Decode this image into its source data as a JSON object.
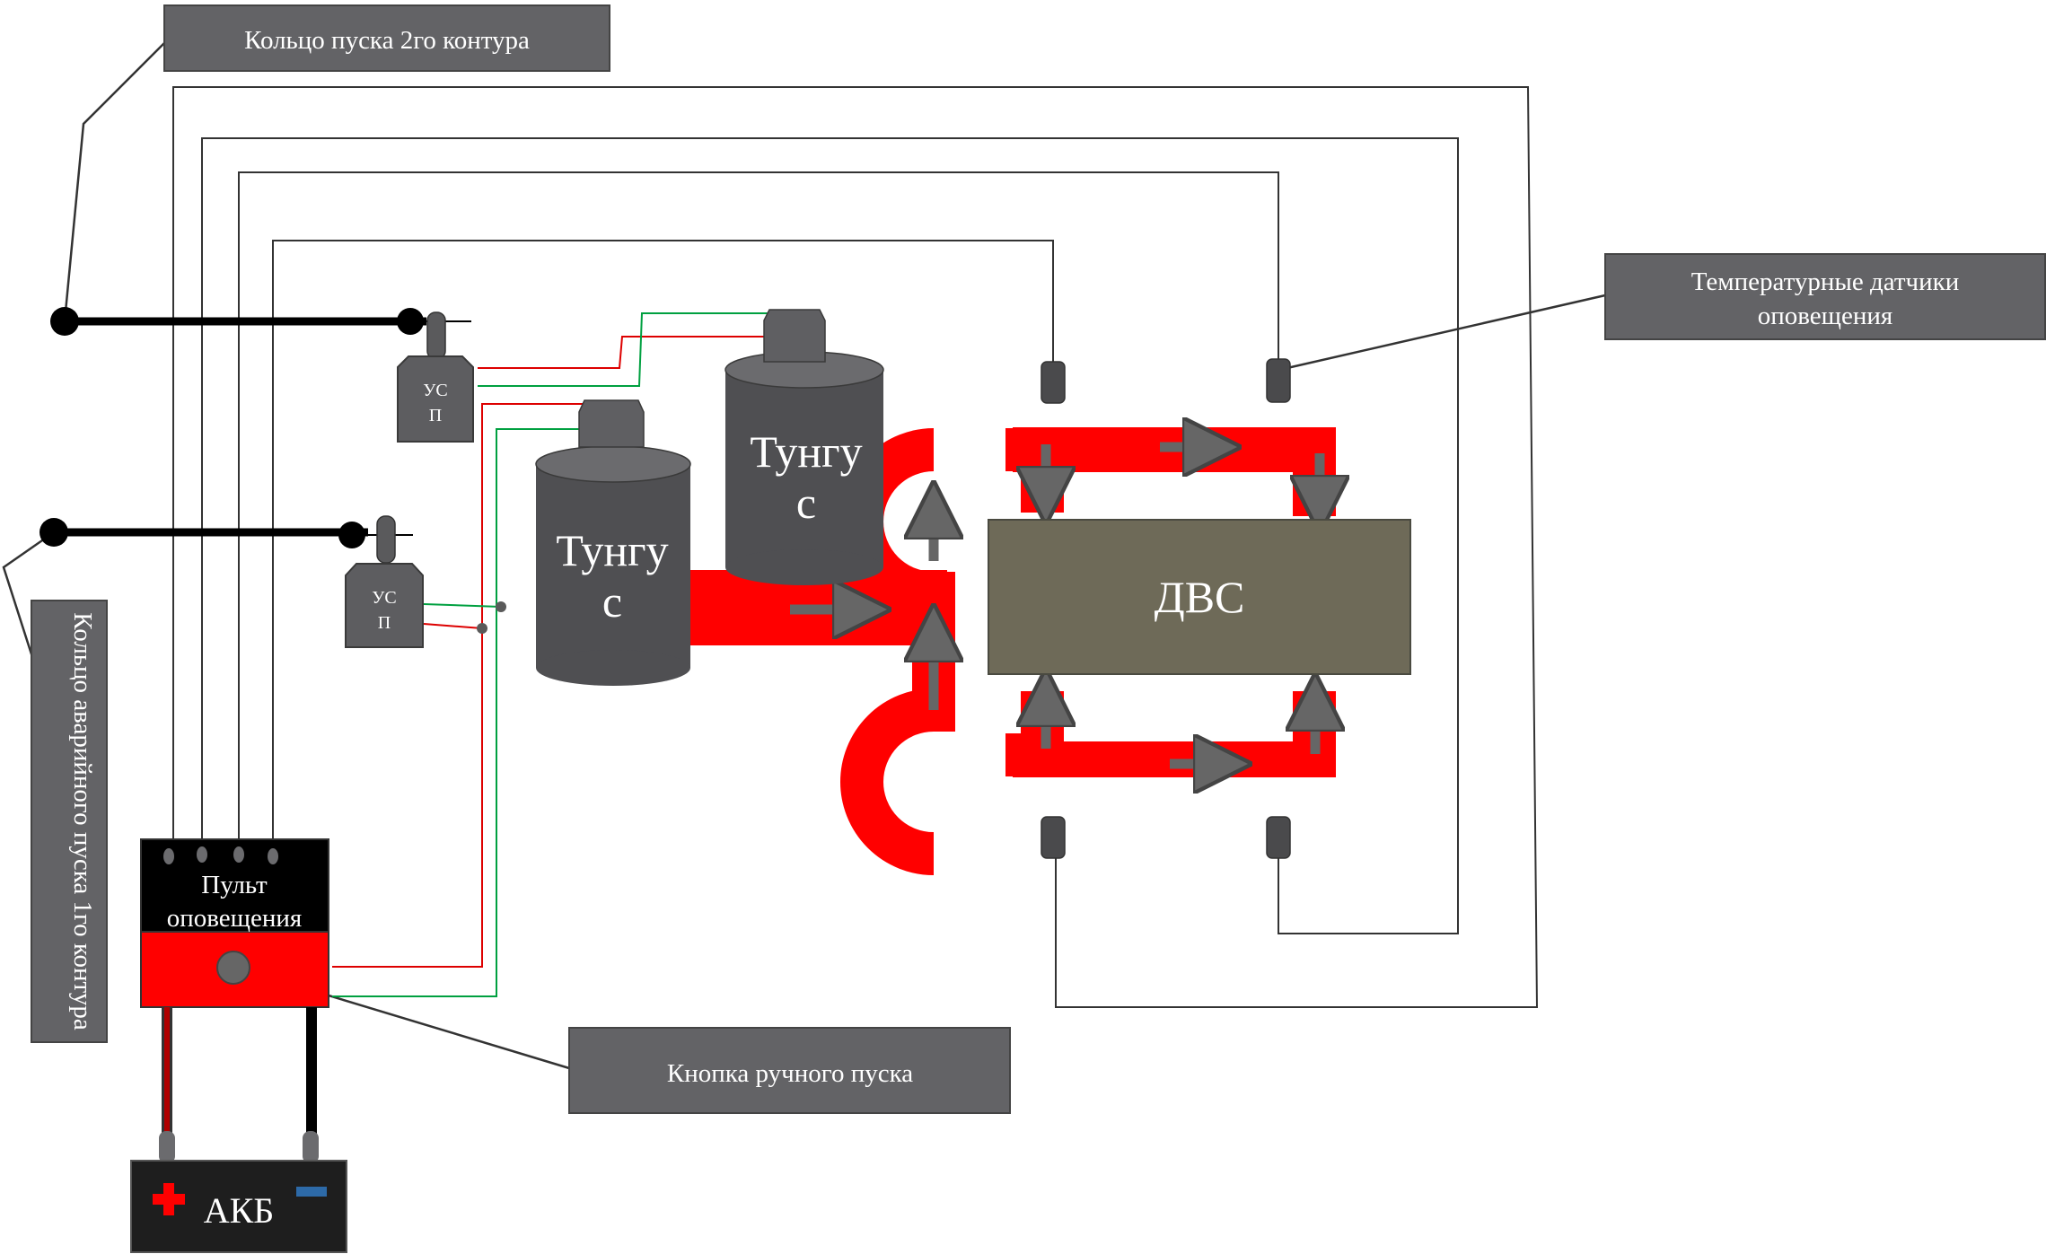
{
  "labels": {
    "ring2": "Кольцо пуска 2го контура",
    "ring1": "Кольцо аварийного пуска 1го контура",
    "sensors_line1": "Температурные датчики",
    "sensors_line2": "оповещения",
    "button": "Кнопка ручного пуска",
    "panel_line1": "Пульт",
    "panel_line2": "оповещения",
    "engine": "ДВС",
    "battery": "АКБ",
    "extinguisher_line1": "Тунгу",
    "extinguisher_line2": "с",
    "usp_line1": "УС",
    "usp_line2": "П"
  },
  "colors": {
    "pipe": "#ff0000",
    "engine": "#6e6a58",
    "label_box": "#636366",
    "cylinder": "#525254",
    "panel_top": "#000000",
    "panel_bottom": "#ff0000",
    "wire_red": "#dd0000",
    "wire_green": "#00a040"
  }
}
